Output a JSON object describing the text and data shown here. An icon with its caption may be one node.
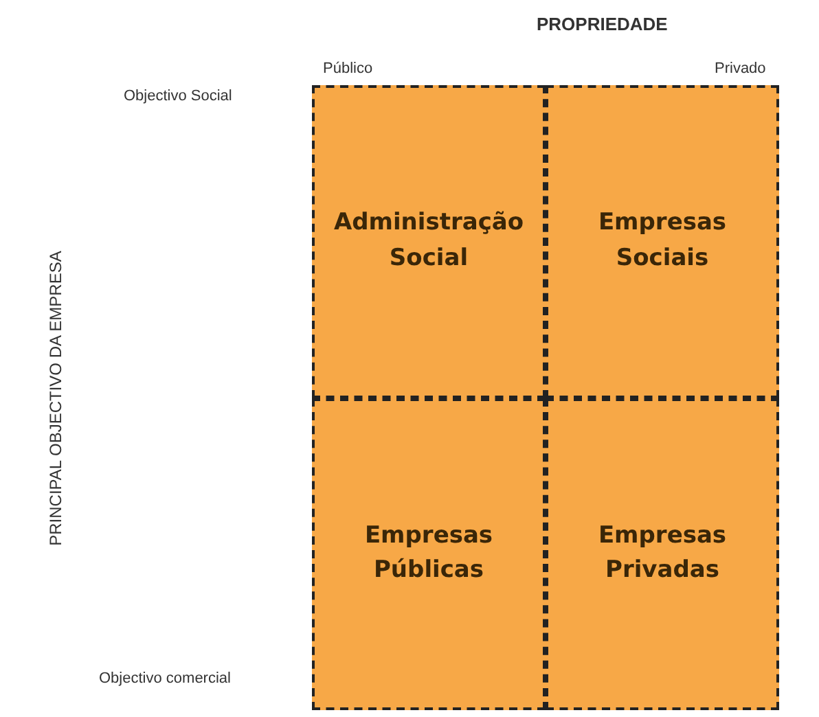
{
  "diagram": {
    "nodes": [
      {
        "text": [
          "Administração Social"
        ]
      },
      {
        "text": [
          "Empresas Sociais"
        ]
      },
      {
        "text": [
          "Empresas Públicas"
        ]
      },
      {
        "text": [
          "Empresas Privadas"
        ]
      }
    ],
    "labels": [
      "PROPRIEDADE",
      "Público",
      "Privado",
      "Objectivo Social",
      "PRINCIPAL OBJECTIVO DA EMPRESA",
      "Objectivo comercial"
    ]
  }
}
